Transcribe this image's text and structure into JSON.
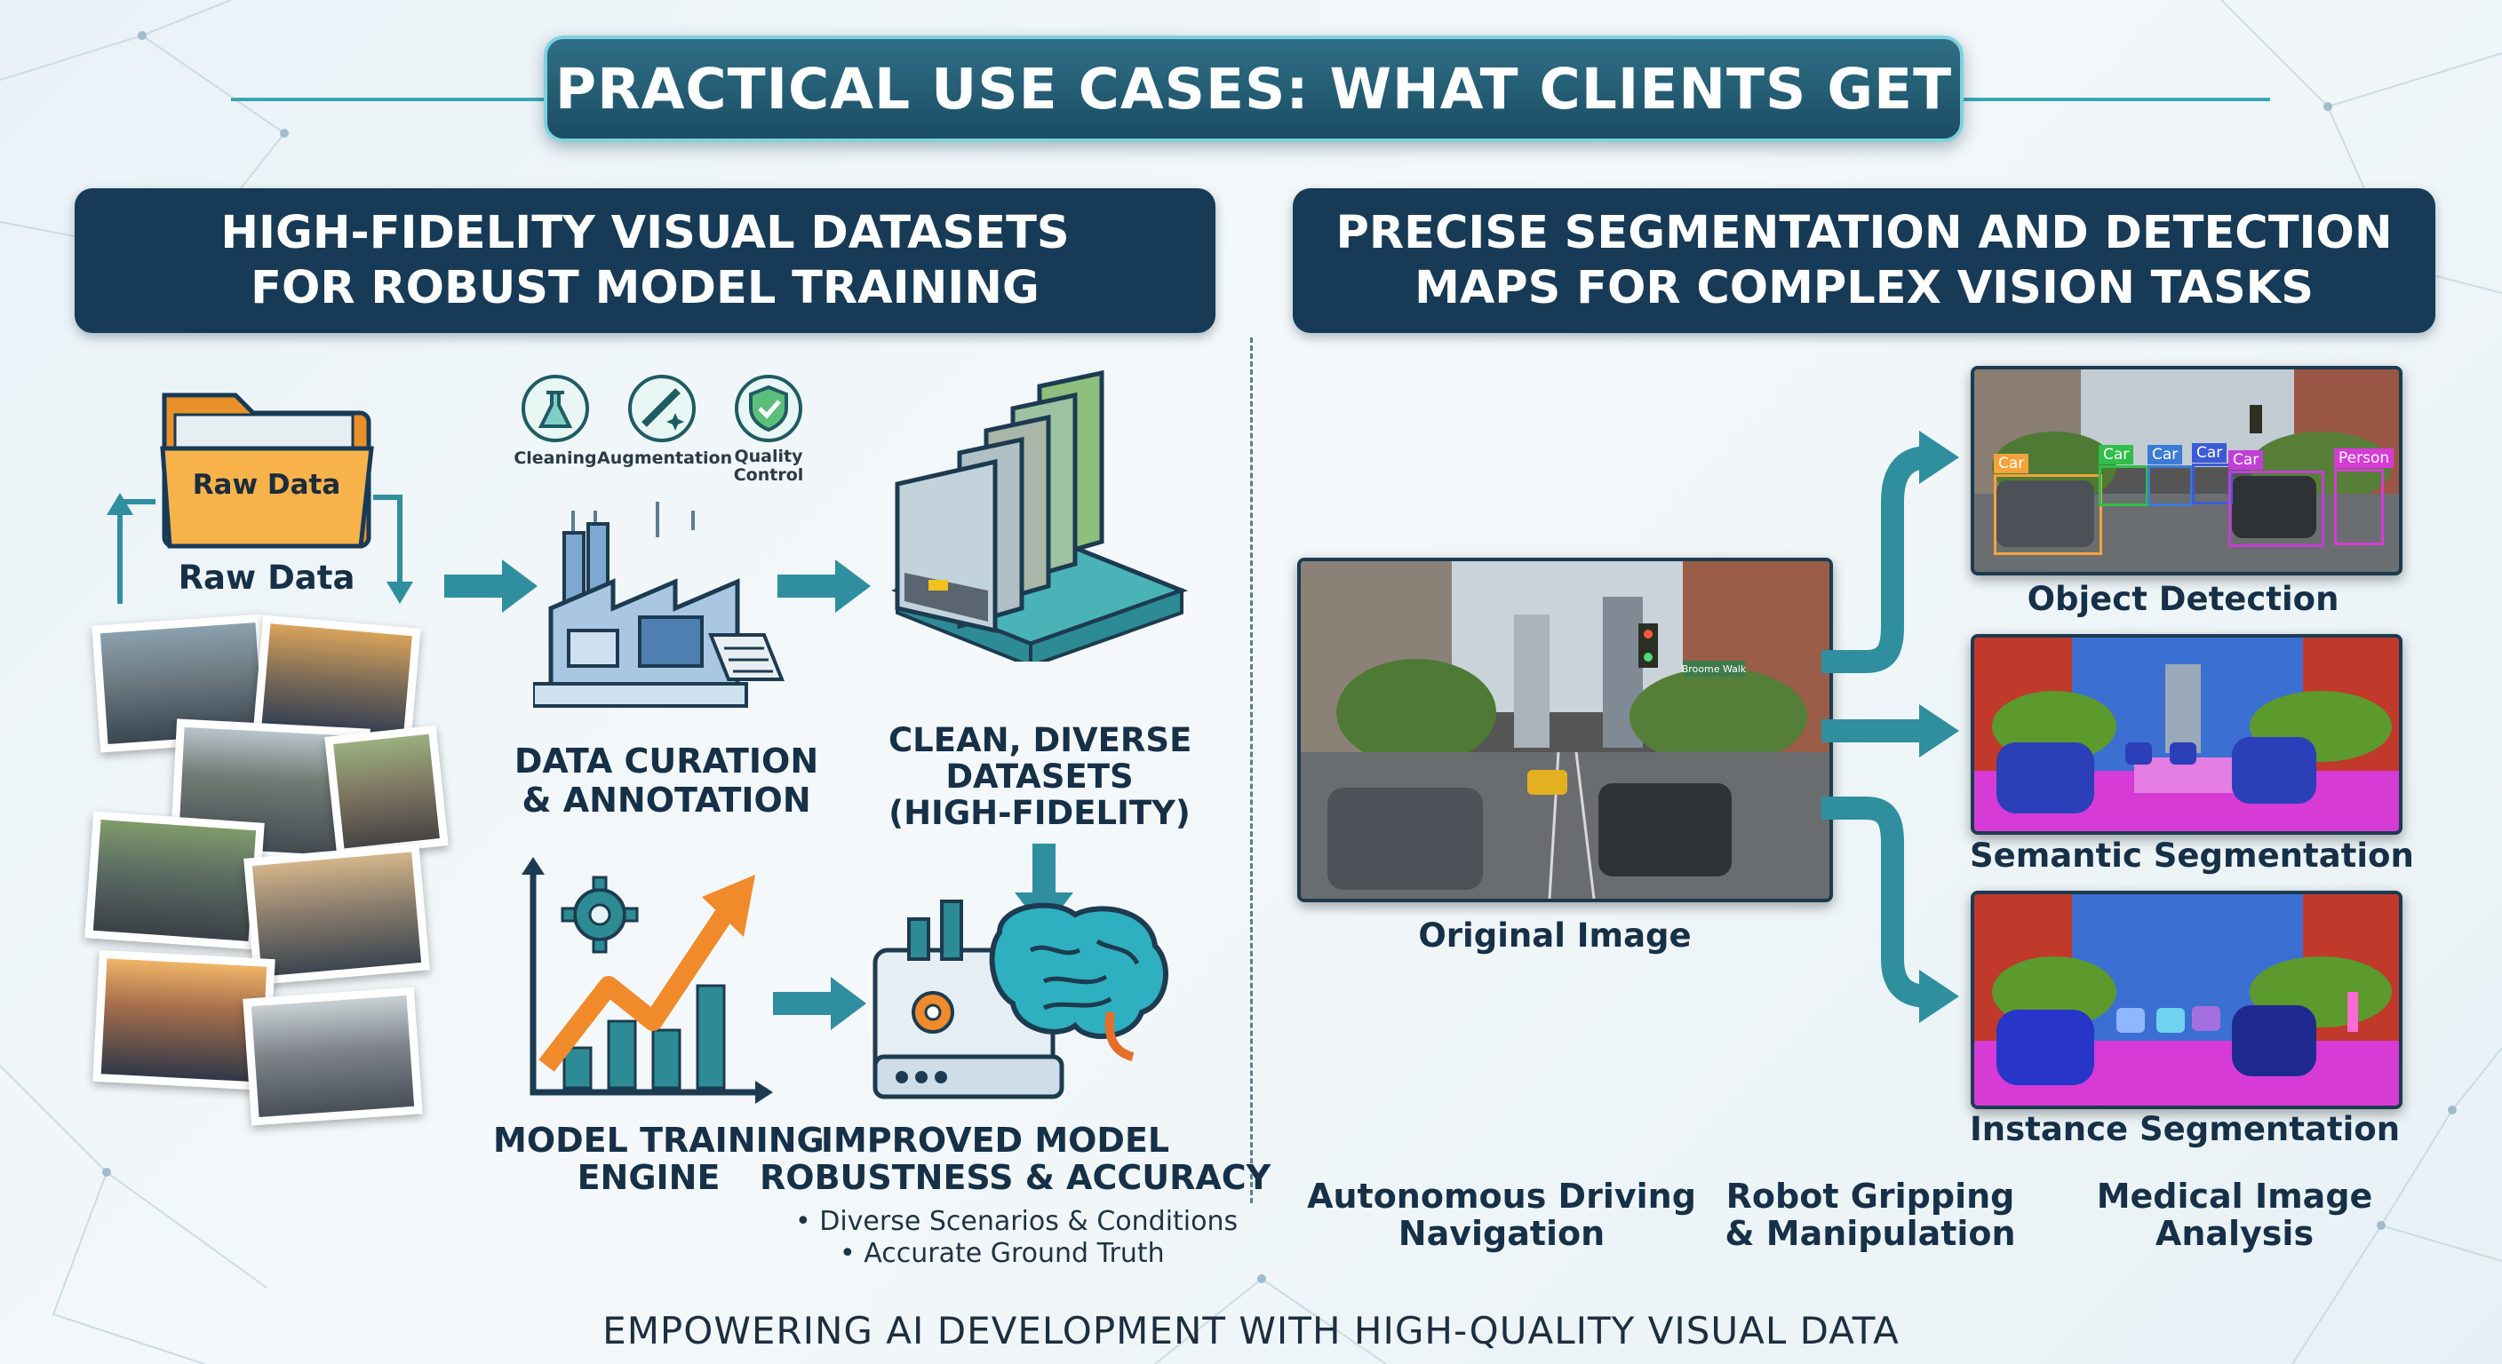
{
  "title": "PRACTICAL USE CASES: WHAT CLIENTS GET",
  "left_panel": {
    "heading_line1": "HIGH-FIDELITY VISUAL DATASETS",
    "heading_line2": "FOR ROBUST MODEL TRAINING",
    "folder_label": "Raw Data",
    "raw_data_caption": "Raw Data",
    "tool_cleaning": "Cleaning",
    "tool_augmentation": "Augmentation",
    "tool_quality_line1": "Quality",
    "tool_quality_line2": "Control",
    "curation_line1": "DATA CURATION",
    "curation_line2": "& ANNOTATION",
    "datasets_line1": "CLEAN, DIVERSE",
    "datasets_line2": "DATASETS",
    "datasets_line3": "(HIGH-FIDELITY)",
    "training_line1": "MODEL TRAINING",
    "training_line2": "ENGINE",
    "improved_line1": "IMPROVED MODEL",
    "improved_line2": "ROBUSTNESS & ACCURACY",
    "bullets": [
      "• Diverse Scenarios & Conditions",
      "• Accurate Ground Truth"
    ]
  },
  "right_panel": {
    "heading_line1": "PRECISE SEGMENTATION AND DETECTION",
    "heading_line2": "MAPS FOR COMPLEX VISION TASKS",
    "original_caption": "Original Image",
    "street_sign": "Broome Walk",
    "outputs": [
      {
        "label": "Object Detection"
      },
      {
        "label": "Semantic Segmentation"
      },
      {
        "label": "Instance Segmentation"
      }
    ],
    "detection_labels": [
      "Car",
      "Car",
      "Car",
      "Car",
      "Car",
      "Person"
    ],
    "applications": [
      {
        "line1": "Autonomous Driving",
        "line2": "Navigation"
      },
      {
        "line1": "Robot Gripping",
        "line2": "& Manipulation"
      },
      {
        "line1": "Medical Image",
        "line2": "Analysis"
      }
    ]
  },
  "footer": "EMPOWERING AI DEVELOPMENT WITH HIGH-QUALITY VISUAL DATA",
  "colors": {
    "navy": "#173a56",
    "teal": "#2f8f9f",
    "orange": "#f5a23a",
    "seg_road": "#d63bd6",
    "seg_car": "#2b3fb8",
    "seg_building": "#c0392b",
    "seg_tree": "#5c9a2e",
    "seg_sky": "#3b6fd1"
  }
}
